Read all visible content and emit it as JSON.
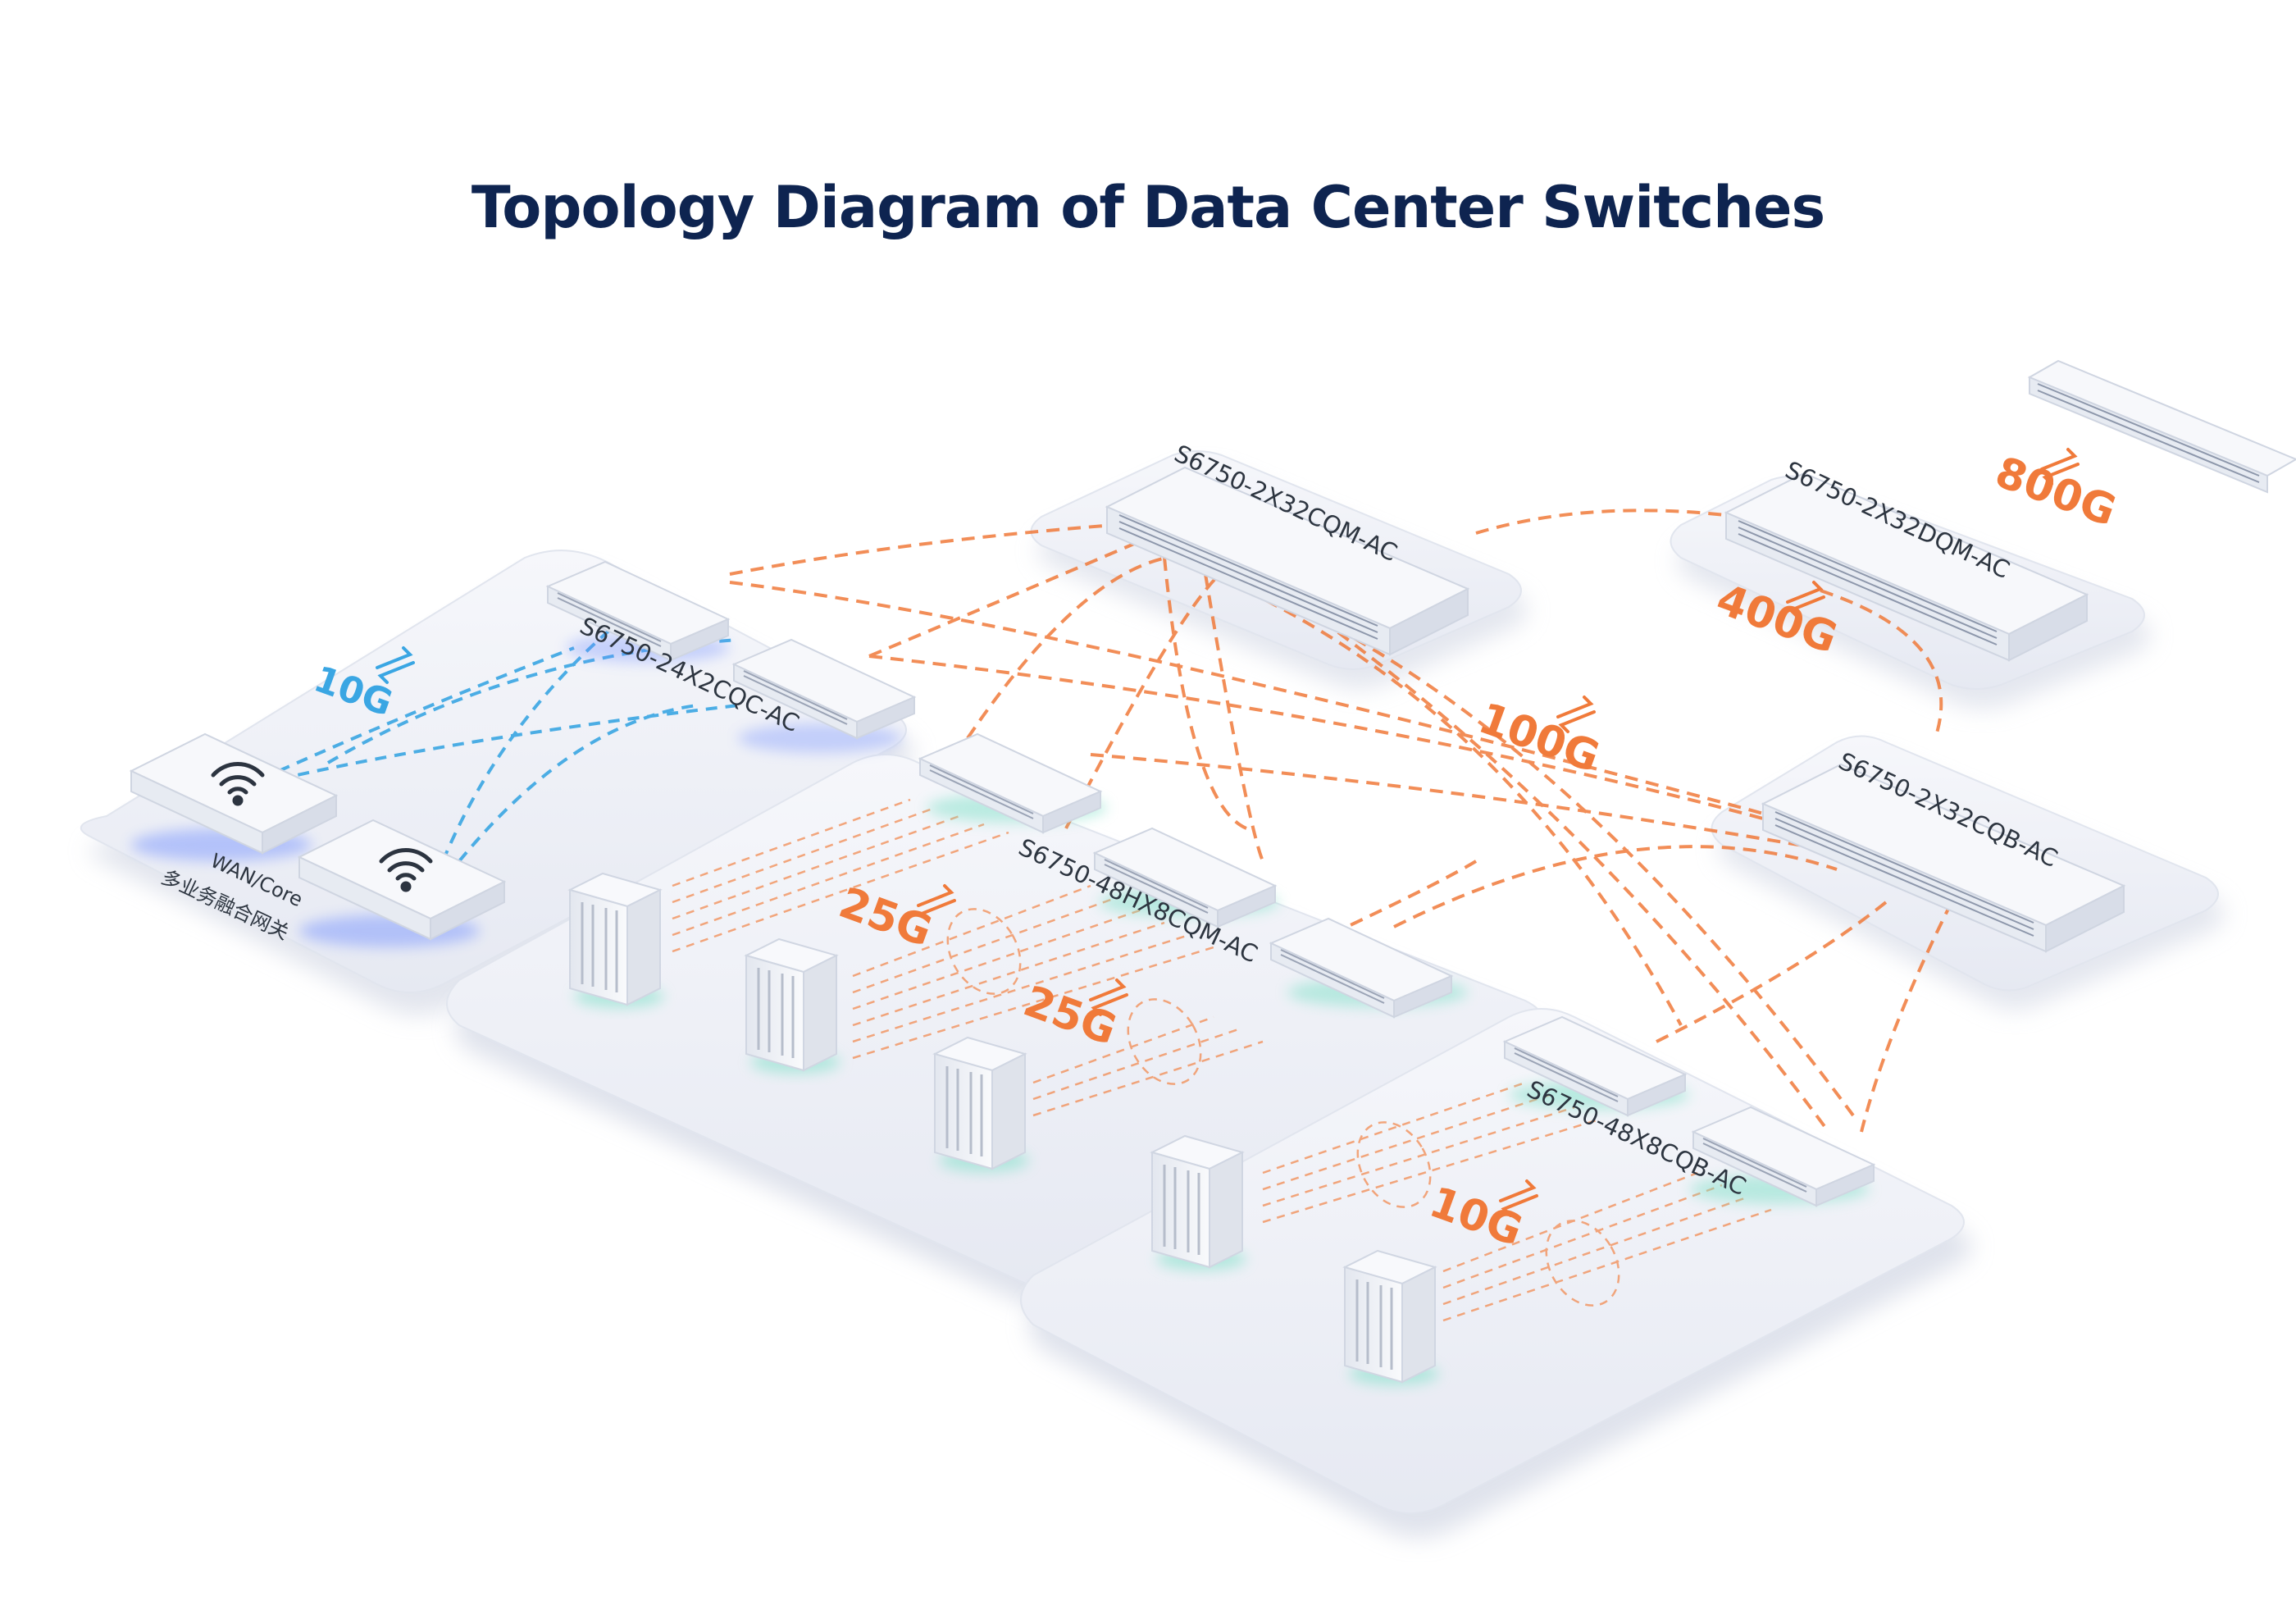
{
  "title": "Topology Diagram of Data Center Switches",
  "colors": {
    "title": "#0e2450",
    "link_orange": "#f07a3a",
    "link_blue": "#3aa6e3",
    "platform": "#eef0f6",
    "device": "#f5f7fb"
  },
  "gateway": {
    "label_line1": "WAN/Core",
    "label_line2": "多业务融合网关"
  },
  "switches": {
    "access_10g": "S6750-24X2CQC-AC",
    "spine_100g": "S6750-2X32CQM-AC",
    "spine_400g": "S6750-2X32DQM-AC",
    "leaf_100g_right": "S6750-2X32CQB-AC",
    "leaf_25g": "S6750-48HX8CQM-AC",
    "leaf_10g": "S6750-48X8CQB-AC"
  },
  "speeds": {
    "gateway_link": "10G",
    "uplink_100g": "100G",
    "uplink_400g": "400G",
    "uplink_800g": "800G",
    "server_25g_a": "25G",
    "server_25g_b": "25G",
    "server_10g": "10G"
  },
  "icons": [
    "wifi-icon",
    "transfer-arrows-icon",
    "server-rack-icon"
  ]
}
